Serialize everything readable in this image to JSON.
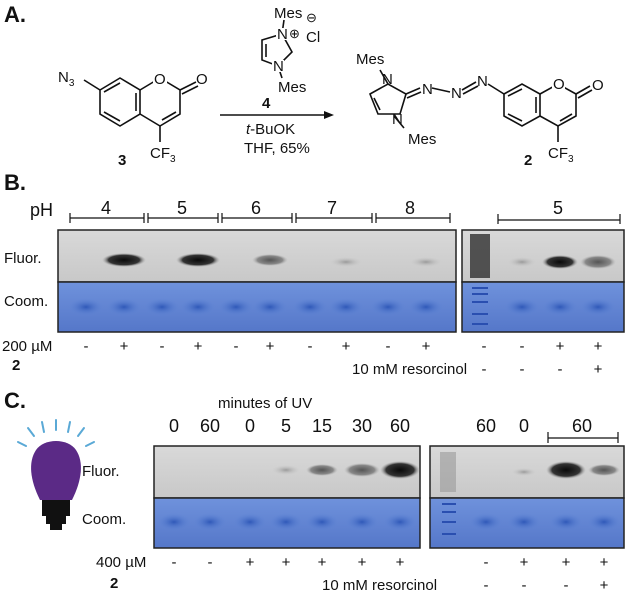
{
  "panelA": {
    "label": "A.",
    "reactant_sub": "N",
    "reactant_sub_sub": "3",
    "o_ring": "O",
    "o_carbonyl": "O",
    "cf3_base": "CF",
    "cf3_sub": "3",
    "compound3": "3",
    "mes_top": "Mes",
    "mes_bottom": "Mes",
    "n_plus": "N",
    "n_plain": "N",
    "plus": "⊕",
    "minus": "⊖",
    "cl": "Cl",
    "reagent_num": "4",
    "base_italic": "t",
    "base_rest": "-BuOK",
    "solvent": "THF, 65%",
    "prod_mes_top": "Mes",
    "prod_mes_bottom": "Mes",
    "prod_n1": "N",
    "prod_n2": "N",
    "prod_n3": "N",
    "prod_n4": "N",
    "prod_n5": "N",
    "prod_o_ring": "O",
    "prod_o_carbonyl": "O",
    "prod_cf3_base": "CF",
    "prod_cf3_sub": "3",
    "compound2": "2"
  },
  "panelB": {
    "label": "B.",
    "ph_label": "pH",
    "ph_groups": [
      "4",
      "5",
      "6",
      "7",
      "8"
    ],
    "right_group": "5",
    "row_fluor": "Fluor.",
    "row_coom": "Coom.",
    "conc_label": "200 µM",
    "compound": "2",
    "signs_left": [
      "-",
      "+",
      "-",
      "+",
      "-",
      "+",
      "-",
      "+",
      "-",
      "+"
    ],
    "signs_right": [
      "-",
      "-",
      "+",
      "+"
    ],
    "resorcinol_label": "10 mM resorcinol",
    "resorcinol_signs": [
      "-",
      "-",
      "-",
      "+"
    ]
  },
  "panelC": {
    "label": "C.",
    "header": "minutes of UV",
    "times_left": [
      "0",
      "60",
      "0",
      "5",
      "15",
      "30",
      "60"
    ],
    "times_right": [
      "60",
      "0"
    ],
    "times_right_group": "60",
    "row_fluor": "Fluor.",
    "row_coom": "Coom.",
    "conc_label": "400 µM",
    "compound": "2",
    "signs_left": [
      "-",
      "-",
      "+",
      "+",
      "+",
      "+",
      "+"
    ],
    "signs_right": [
      "-",
      "+",
      "+",
      "+"
    ],
    "resorcinol_label": "10 mM resorcinol",
    "resorcinol_signs": [
      "-",
      "-",
      "-",
      "+"
    ]
  },
  "colors": {
    "gel_gray": "#d2d2d2",
    "coomassie_blue": "#5f86d6",
    "band_dark": "#1a1a1a",
    "uv_bulb": "#5b2a86",
    "uv_rays": "#5aa9d6"
  }
}
